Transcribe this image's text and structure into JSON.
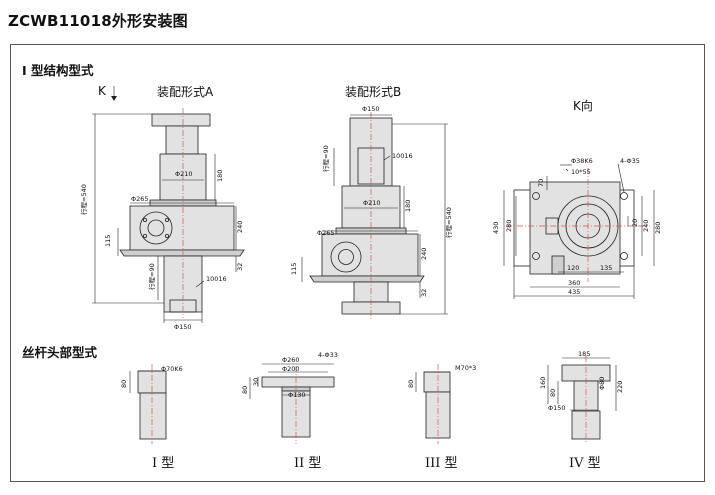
{
  "page": {
    "title": "ZCWB11018外形安装图"
  },
  "sections": {
    "type1_title": "I 型结构型式",
    "screw_head_title": "丝杆头部型式"
  },
  "views": {
    "form_a": "装配形式A",
    "form_b": "装配形式B",
    "k_view": "K向",
    "k_arrow": "K"
  },
  "dims": {
    "a_stroke": "行程=540",
    "a_d210": "Φ210",
    "a_180": "180",
    "a_d265": "Φ265",
    "a_240": "240",
    "a_115": "115",
    "a_32": "32",
    "a_stroke90": "行程=90",
    "a_10016": "10016",
    "a_d150": "Φ150",
    "b_d150": "Φ150",
    "b_stroke90": "行程=90",
    "b_10016": "10016",
    "b_d210": "Φ210",
    "b_180": "180",
    "b_stroke540": "行程=540",
    "b_d265": "Φ265",
    "b_240": "240",
    "b_115": "115",
    "b_32": "32",
    "k_d38": "Φ38K6",
    "k_key": "10*55",
    "k_holes": "4-Φ35",
    "k_70": "70",
    "k_430": "430",
    "k_280": "280",
    "k_20": "20",
    "k_240": "240",
    "k_280r": "280",
    "k_120": "120",
    "k_135": "135",
    "k_360": "360",
    "k_435": "435",
    "h1_d70": "Φ70K6",
    "h1_80": "80",
    "h2_d260": "Φ260",
    "h2_holes": "4-Φ33",
    "h2_d200": "Φ200",
    "h2_30": "30",
    "h2_80": "80",
    "h2_d130": "Φ130",
    "h3_m70": "M70*3",
    "h3_80": "80",
    "h4_185": "185",
    "h4_160": "160",
    "h4_80": "80",
    "h4_d80": "Φ80",
    "h4_220": "220",
    "h4_d150": "Φ150"
  },
  "types": {
    "t1": "I 型",
    "t2": "II 型",
    "t3": "III 型",
    "t4": "IV 型"
  }
}
